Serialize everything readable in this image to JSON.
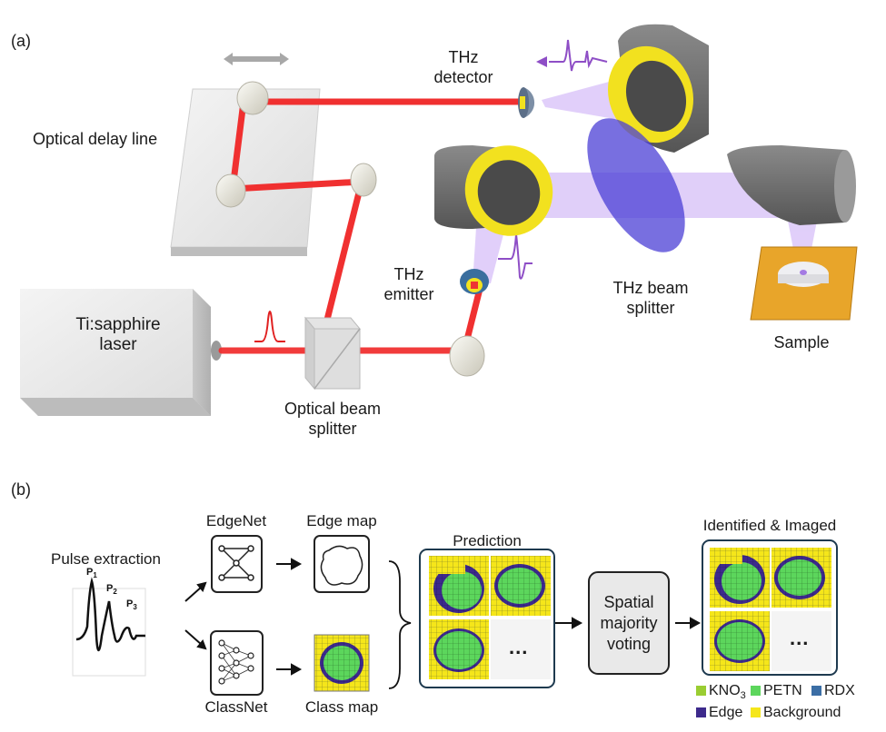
{
  "panel_a": {
    "label": "(a)",
    "optical_delay_line": "Optical delay line",
    "laser_line1": "Ti:sapphire",
    "laser_line2": "laser",
    "beam_splitter_line1": "Optical beam",
    "beam_splitter_line2": "splitter",
    "thz_emitter_line1": "THz",
    "thz_emitter_line2": "emitter",
    "thz_detector_line1": "THz",
    "thz_detector_line2": "detector",
    "thz_beam_splitter_line1": "THz beam",
    "thz_beam_splitter_line2": "splitter",
    "sample": "Sample"
  },
  "panel_b": {
    "label": "(b)",
    "pulse_extraction": "Pulse extraction",
    "peaks": [
      {
        "letter": "P",
        "sub": "1"
      },
      {
        "letter": "P",
        "sub": "2"
      },
      {
        "letter": "P",
        "sub": "3"
      }
    ],
    "edgenet": "EdgeNet",
    "classnet": "ClassNet",
    "edge_map": "Edge map",
    "class_map": "Class map",
    "prediction": "Prediction",
    "voting_line1": "Spatial",
    "voting_line2": "majority",
    "voting_line3": "voting",
    "identified": "Identified & Imaged",
    "ellipsis": "...",
    "legend": [
      {
        "label": "KNO",
        "sub": "3",
        "color": "#9acd32"
      },
      {
        "label": "PETN",
        "sub": "",
        "color": "#5cd65c"
      },
      {
        "label": "RDX",
        "sub": "",
        "color": "#3b6ea5"
      },
      {
        "label": "Edge",
        "sub": "",
        "color": "#3d2a8c"
      },
      {
        "label": "Background",
        "sub": "",
        "color": "#f5e61a"
      }
    ]
  },
  "colors": {
    "laser_beam": "#f03030",
    "thz_beam": "#c8a8f5",
    "mirror_yellow": "#f2e11f",
    "mirror_gray": "#6e6e6e",
    "splitter_blue": "#4b3fd6",
    "sample_plate": "#e8a52a",
    "pulse_purple": "#8e4ec6"
  }
}
